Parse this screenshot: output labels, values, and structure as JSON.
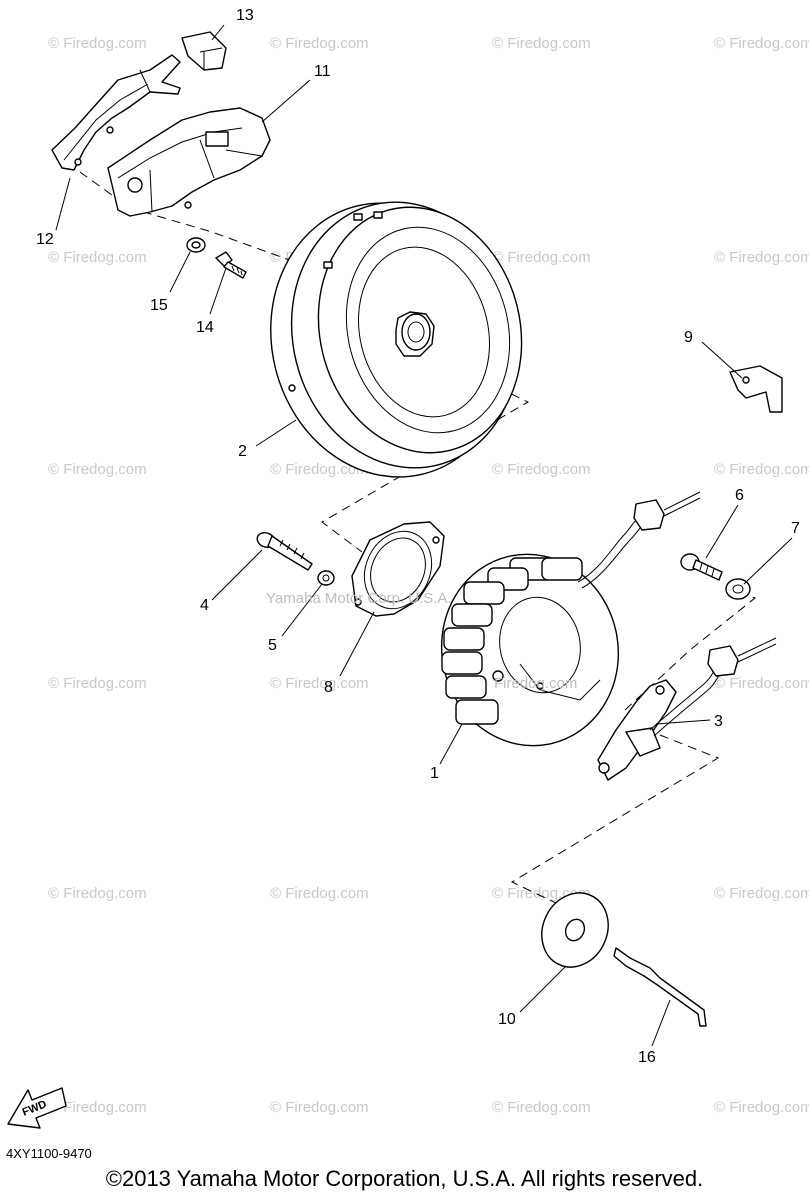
{
  "watermark": "© Firedog.com",
  "center_watermark": "Yamaha Motor Corp. U.S.A.",
  "bottom_watermark": "Firedog.com",
  "fwd_label": "FWD",
  "callouts": {
    "c1": "1",
    "c2": "2",
    "c3": "3",
    "c4": "4",
    "c5": "5",
    "c6": "6",
    "c7": "7",
    "c8": "8",
    "c9": "9",
    "c10": "10",
    "c11": "11",
    "c12": "12",
    "c13": "13",
    "c14": "14",
    "c15": "15",
    "c16": "16"
  },
  "diagram_code": "4XY1100-9470",
  "copyright": "©2013 Yamaha Motor Corporation, U.S.A. All rights reserved."
}
